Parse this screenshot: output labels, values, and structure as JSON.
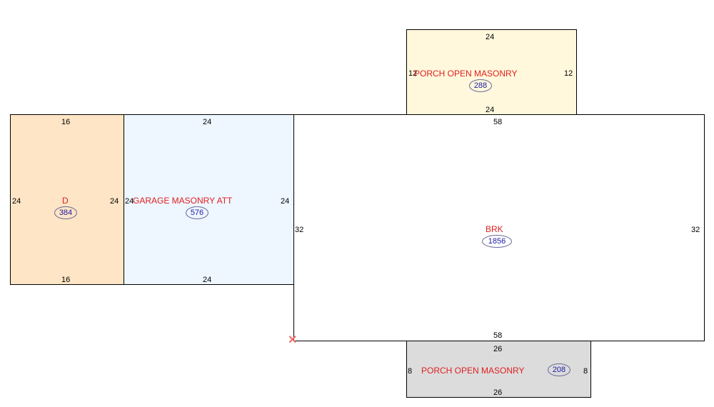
{
  "areas": {
    "porch_top": {
      "label": "PORCH OPEN MASONRY",
      "area": "288",
      "dims": {
        "top": "24",
        "bottom": "24",
        "left": "12",
        "right": "12"
      },
      "fill": "#fff8dc"
    },
    "d_section": {
      "label": "D",
      "area": "384",
      "dims": {
        "top": "16",
        "bottom": "16",
        "left": "24",
        "right": "24"
      },
      "fill": "#fde5c5"
    },
    "garage": {
      "label": "GARAGE MASONRY ATT",
      "area": "576",
      "dims": {
        "top": "24",
        "bottom": "24",
        "left": "24",
        "right": "24"
      },
      "fill": "#eef6ff"
    },
    "brk": {
      "label": "BRK",
      "area": "1856",
      "dims": {
        "top": "58",
        "bottom": "58",
        "left": "32",
        "right": "32"
      },
      "fill": "#ffffff"
    },
    "porch_bottom": {
      "label": "PORCH OPEN MASONRY",
      "area": "208",
      "dims": {
        "top": "26",
        "bottom": "26",
        "left": "8",
        "right": "8"
      },
      "fill": "#dcdcdc"
    }
  },
  "colors": {
    "label": "#e02020",
    "area_text": "#1a1aa6",
    "marker": "#f07070"
  },
  "icons": {
    "start_marker": "cross-icon"
  }
}
